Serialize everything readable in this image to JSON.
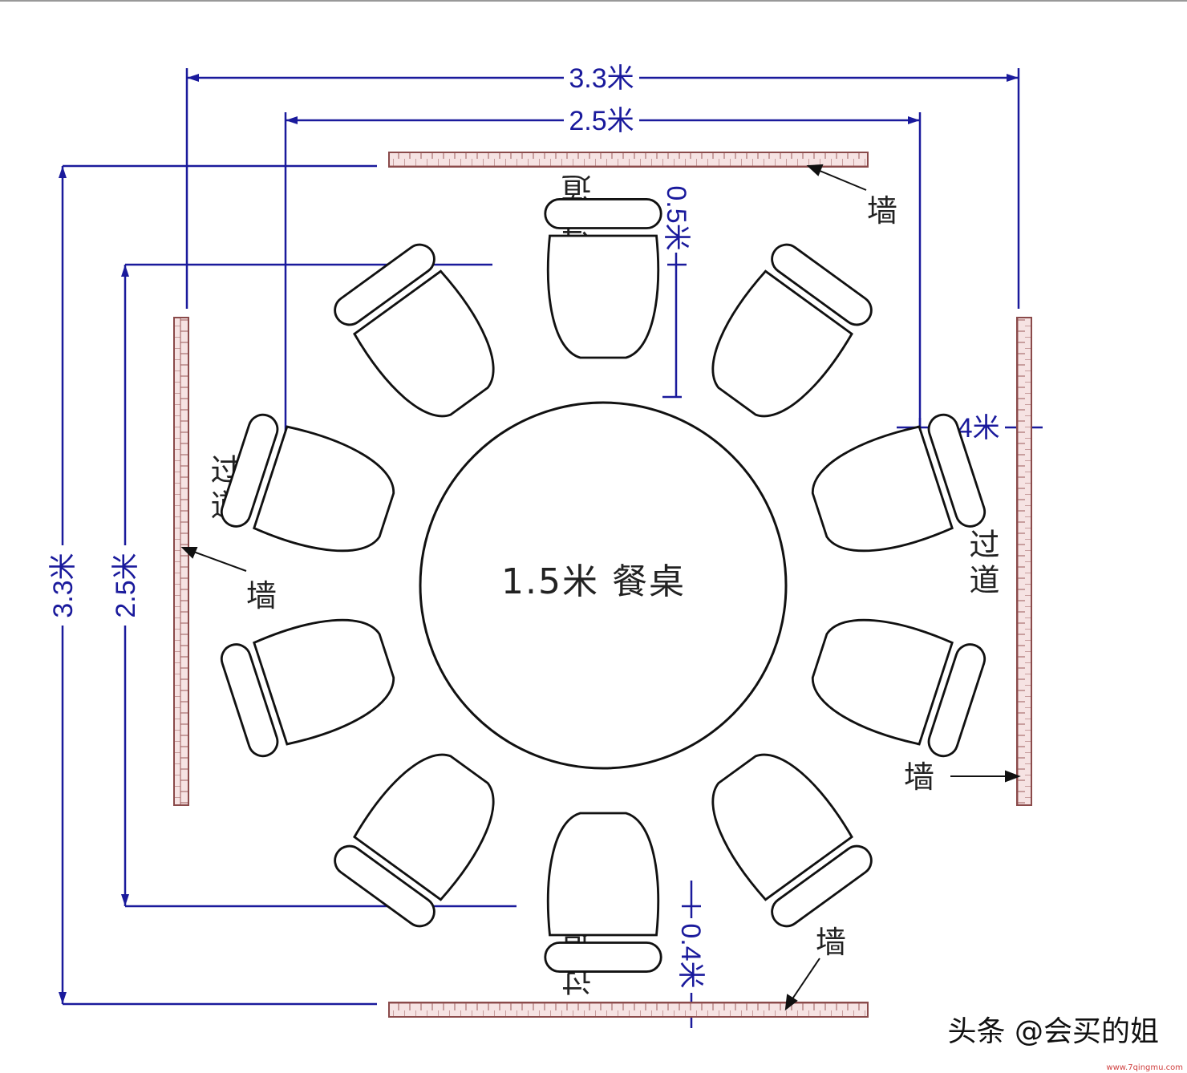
{
  "dimensions": {
    "outer_width": "3.3米",
    "inner_width": "2.5米",
    "outer_height": "3.3米",
    "inner_height": "2.5米",
    "top_gap": "0.5米",
    "right_gap": "0.4米",
    "bottom_gap": "0.4米"
  },
  "labels": {
    "table": "1.5米 餐桌",
    "wall": "墙",
    "corridor": "过道"
  },
  "watermark": {
    "text": "头条 @会买的姐",
    "site": "www.7qingmu.com"
  },
  "colors": {
    "dimension": "#1a1a9c",
    "wall_fill": "#f6e3e3",
    "wall_stroke": "#8a4a4a",
    "furniture": "#111111"
  },
  "chairs": {
    "count": 10
  }
}
